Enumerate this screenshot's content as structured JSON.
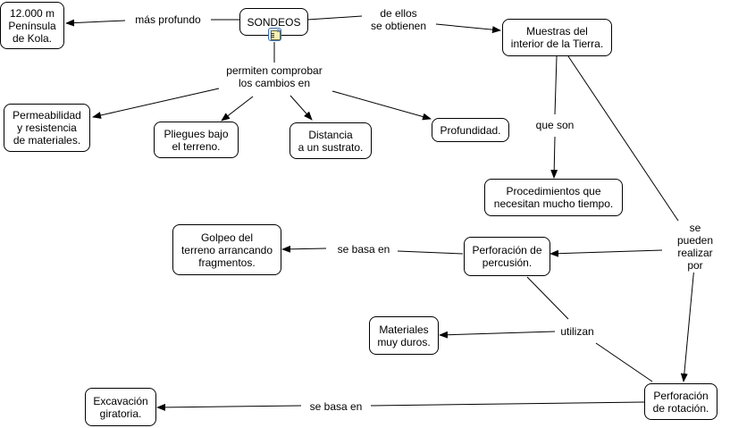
{
  "diagram": {
    "type": "concept-map",
    "root": "SONDEOS",
    "nodes": {
      "sondeos": "SONDEOS",
      "kola": "12.000 m\nPenínsula\nde Kola.",
      "muestras": "Muestras del\ninterior de la Tierra.",
      "permeabilidad": "Permeabilidad\ny resistencia\nde materiales.",
      "pliegues": "Pliegues bajo\nel terreno.",
      "distancia": "Distancia\na un sustrato.",
      "profundidad": "Profundidad.",
      "procedimientos": "Procedimientos que\nnecesitan mucho tiempo.",
      "golpeo": "Golpeo del\nterreno arrancando\nfragmentos.",
      "percusion": "Perforación de\npercusión.",
      "materiales": "Materiales\nmuy duros.",
      "excavacion": "Excavación\ngiratoria.",
      "rotacion": "Perforación\nde rotación."
    },
    "linking_phrases": {
      "mas_profundo": "más profundo",
      "de_ellos": "de ellos\nse obtienen",
      "permiten": "permiten comprobar\nlos cambios en",
      "que_son": "que son",
      "se_pueden": "se pueden\nrealizar por",
      "se_basa_percusion": "se basa en",
      "utilizan": "utilizan",
      "se_basa_rotacion": "se basa en"
    },
    "propositions": [
      {
        "from": "SONDEOS",
        "link": "más profundo",
        "to": "12.000 m Península de Kola."
      },
      {
        "from": "SONDEOS",
        "link": "de ellos se obtienen",
        "to": "Muestras del interior de la Tierra."
      },
      {
        "from": "SONDEOS",
        "link": "permiten comprobar los cambios en",
        "to": "Permeabilidad y resistencia de materiales."
      },
      {
        "from": "SONDEOS",
        "link": "permiten comprobar los cambios en",
        "to": "Pliegues bajo el terreno."
      },
      {
        "from": "SONDEOS",
        "link": "permiten comprobar los cambios en",
        "to": "Distancia a un sustrato."
      },
      {
        "from": "SONDEOS",
        "link": "permiten comprobar los cambios en",
        "to": "Profundidad."
      },
      {
        "from": "Muestras del interior de la Tierra.",
        "link": "que son",
        "to": "Procedimientos que necesitan mucho tiempo."
      },
      {
        "from": "Muestras del interior de la Tierra.",
        "link": "se pueden realizar por",
        "to": "Perforación de percusión."
      },
      {
        "from": "Muestras del interior de la Tierra.",
        "link": "se pueden realizar por",
        "to": "Perforación de rotación."
      },
      {
        "from": "Perforación de percusión.",
        "link": "se basa en",
        "to": "Golpeo del terreno arrancando fragmentos."
      },
      {
        "from": "Perforación de percusión.",
        "link": "utilizan",
        "to": "Materiales muy duros."
      },
      {
        "from": "Perforación de rotación.",
        "link": "utilizan",
        "to": "Materiales muy duros."
      },
      {
        "from": "Perforación de rotación.",
        "link": "se basa en",
        "to": "Excavación giratoria."
      }
    ],
    "resource_icon": "document-image-icon"
  }
}
